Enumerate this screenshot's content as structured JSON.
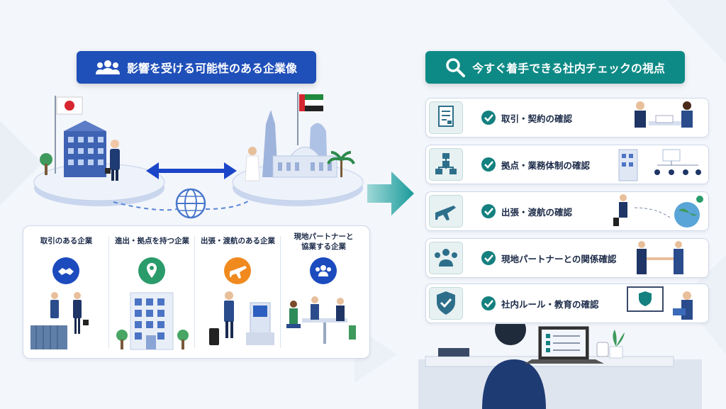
{
  "left_header": {
    "label": "影響を受ける可能性のある企業像",
    "icon": "group-icon"
  },
  "right_header": {
    "label": "今すぐ着手できる社内チェックの視点",
    "icon": "search-icon"
  },
  "company_types": [
    {
      "label": "取引のある企業",
      "icon": "handshake-icon"
    },
    {
      "label": "進出・拠点を持つ企業",
      "icon": "map-pin-icon"
    },
    {
      "label": "出張・渡航のある企業",
      "icon": "airplane-icon"
    },
    {
      "label": "現地パートナーと\n協業する企業",
      "icon": "group-icon"
    }
  ],
  "checks": [
    {
      "label": "取引・契約の確認",
      "icon": "document-icon"
    },
    {
      "label": "拠点・業務体制の確認",
      "icon": "org-chart-icon"
    },
    {
      "label": "出張・渡航の確認",
      "icon": "airplane-icon"
    },
    {
      "label": "現地パートナーとの関係確認",
      "icon": "group-icon"
    },
    {
      "label": "社内ルール・教育の確認",
      "icon": "shield-check-icon"
    }
  ],
  "colors": {
    "left_accent": "#1f4fb8",
    "right_accent": "#0e8a86",
    "arrow": "#1a9a9a"
  }
}
